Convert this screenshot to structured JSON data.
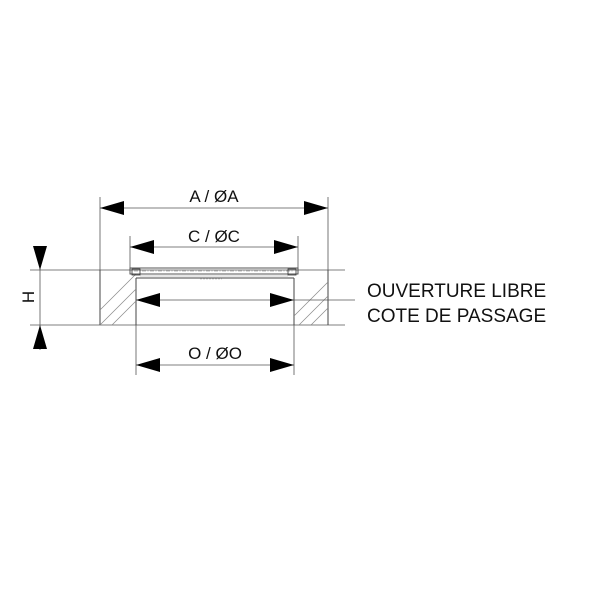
{
  "dimensions": {
    "overall": "A / ØA",
    "cover": "C / ØC",
    "opening": "O / ØO",
    "height": "H"
  },
  "notes": {
    "line1": "OUVERTURE LIBRE",
    "line2": "COTE DE PASSAGE"
  },
  "colors": {
    "lines": "#555555",
    "arrows": "#000000",
    "text": "#111111"
  }
}
